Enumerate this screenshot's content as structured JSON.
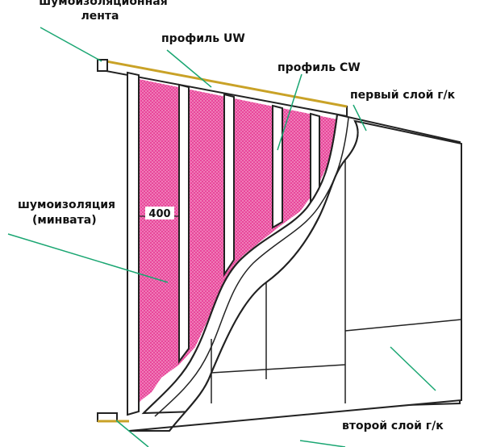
{
  "labels": {
    "noise_tape_line1": "шумоизоляционная",
    "noise_tape_line2": "лента",
    "profile_uw": "профиль UW",
    "profile_cw": "профиль CW",
    "first_layer": "первый слой г/к",
    "insulation_line1": "шумоизоляция",
    "insulation_line2": "(минвата)",
    "second_layer": "второй слой г/к"
  },
  "dimension": {
    "spacing": "400"
  },
  "colors": {
    "insulation": "#e8479a",
    "insulation_dots": "#f6a3cf",
    "profile": "#ffffff",
    "outline": "#222222",
    "tape": "#c9a227",
    "leader": "#1aa672",
    "board": "#ffffff"
  }
}
